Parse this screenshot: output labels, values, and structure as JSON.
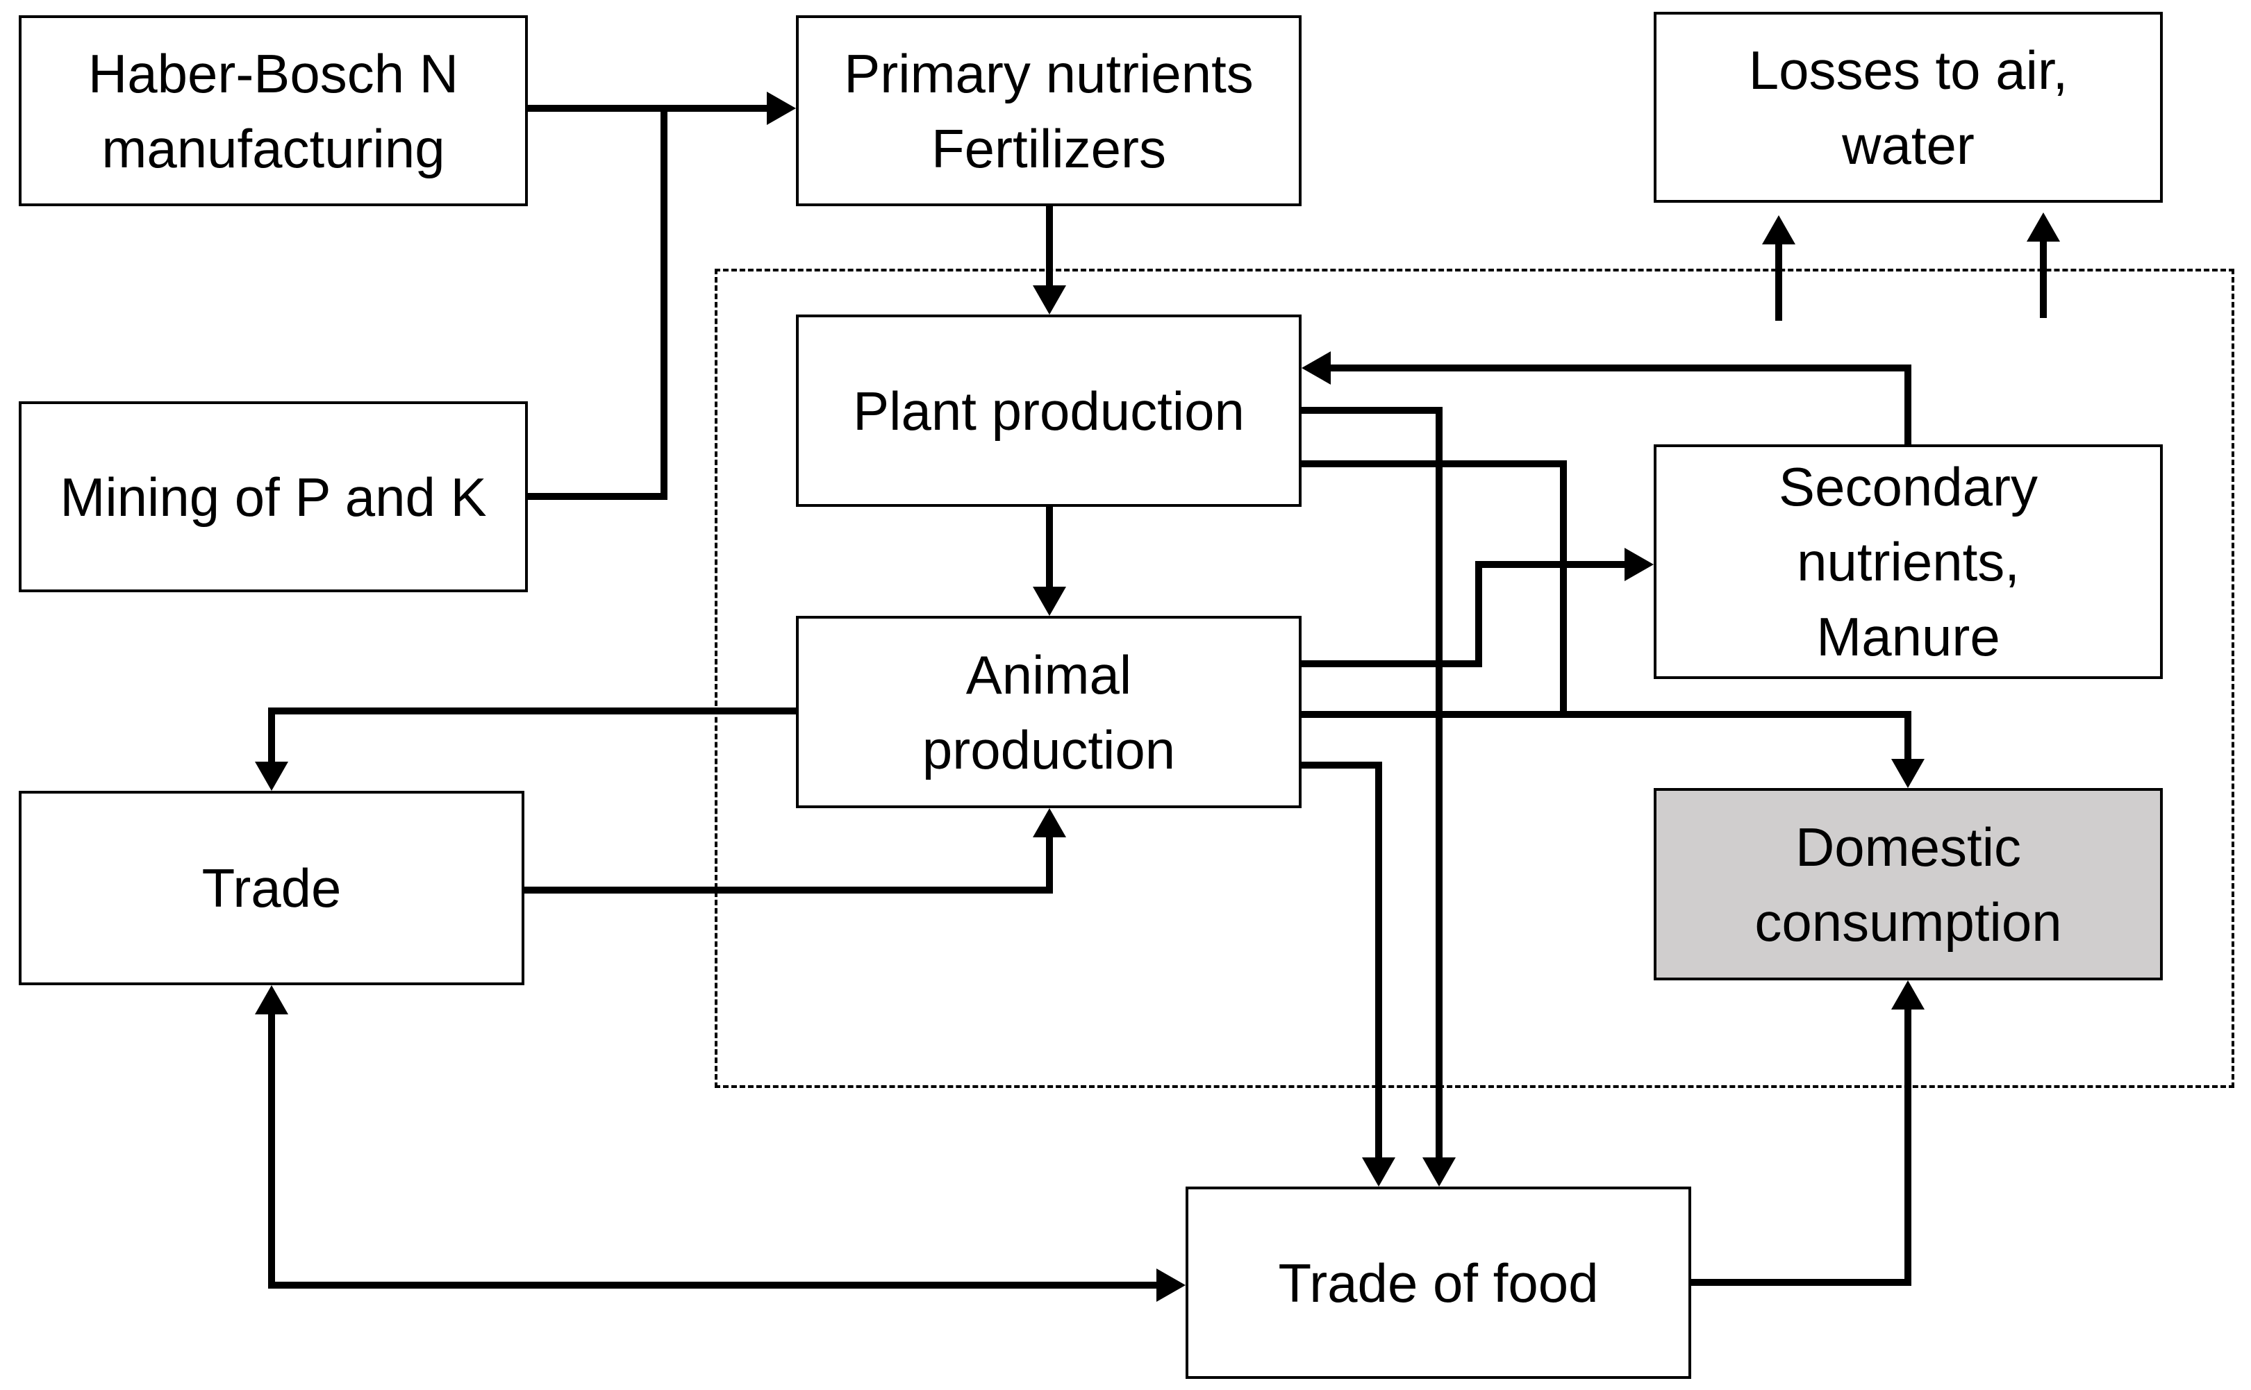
{
  "colors": {
    "line": "#000000",
    "box_fill": "#ffffff",
    "highlight_fill": "#d0cece"
  },
  "nodes": {
    "haber_bosch": {
      "lines": [
        "Haber-Bosch N",
        "manufacturing"
      ]
    },
    "mining": {
      "lines": [
        "Mining of P and K"
      ]
    },
    "primary_nutrients": {
      "lines": [
        "Primary nutrients",
        "Fertilizers"
      ]
    },
    "losses": {
      "lines": [
        "Losses to air,",
        "water"
      ]
    },
    "plant_production": {
      "lines": [
        "Plant production"
      ]
    },
    "secondary_nutrients": {
      "lines": [
        "Secondary",
        "nutrients,",
        "Manure"
      ]
    },
    "animal_production": {
      "lines": [
        "Animal",
        "production"
      ]
    },
    "trade": {
      "lines": [
        "Trade"
      ]
    },
    "domestic_consumption": {
      "lines": [
        "Domestic",
        "consumption"
      ]
    },
    "trade_of_food": {
      "lines": [
        "Trade of food"
      ]
    }
  },
  "flows": [
    {
      "from": "haber_bosch",
      "to": "primary_nutrients"
    },
    {
      "from": "mining",
      "to": "primary_nutrients"
    },
    {
      "from": "primary_nutrients",
      "to": "plant_production"
    },
    {
      "from": "plant_production",
      "to": "animal_production"
    },
    {
      "from": "plant_production",
      "to": "trade_of_food"
    },
    {
      "from": "plant_production",
      "to": "domestic_consumption"
    },
    {
      "from": "secondary_nutrients",
      "to": "plant_production"
    },
    {
      "from": "animal_production",
      "to": "secondary_nutrients"
    },
    {
      "from": "animal_production",
      "to": "trade"
    },
    {
      "from": "animal_production",
      "to": "domestic_consumption"
    },
    {
      "from": "animal_production",
      "to": "trade_of_food"
    },
    {
      "from": "trade",
      "to": "animal_production"
    },
    {
      "from": "trade",
      "to": "trade_of_food",
      "bidirectional": true
    },
    {
      "from": "trade_of_food",
      "to": "domestic_consumption"
    },
    {
      "from": "system_boundary",
      "to": "losses"
    },
    {
      "from": "system_boundary",
      "to": "losses"
    }
  ]
}
